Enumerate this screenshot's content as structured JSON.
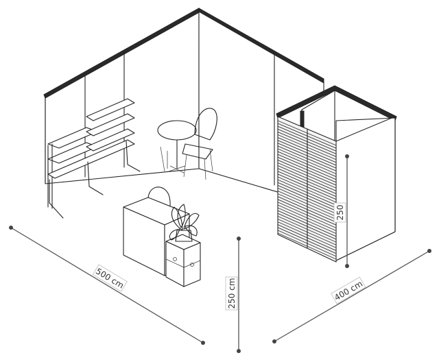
{
  "dimensions": {
    "width_label": "500 cm",
    "height_label": "250 cm",
    "depth_label": "400 cm",
    "cabin_height_label": "250"
  },
  "colors": {
    "line": "#222222",
    "dimension": "#555555",
    "background": "#ffffff"
  }
}
